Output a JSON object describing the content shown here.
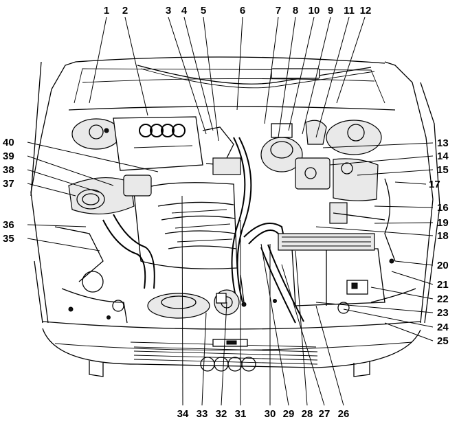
{
  "callouts": {
    "top": [
      "1",
      "2",
      "3",
      "4",
      "5",
      "6",
      "7",
      "8",
      "10",
      "9",
      "11",
      "12"
    ],
    "right": [
      "13",
      "14",
      "15",
      "17",
      "16",
      "19",
      "18",
      "20",
      "21",
      "22",
      "23",
      "24",
      "25"
    ],
    "bottom": [
      "34",
      "33",
      "32",
      "31",
      "30",
      "29",
      "28",
      "27",
      "26"
    ],
    "left": [
      "40",
      "39",
      "38",
      "37",
      "36",
      "35"
    ]
  },
  "colors": {
    "line": "#000000",
    "background": "#ffffff",
    "fill": "#e9e9e9"
  }
}
